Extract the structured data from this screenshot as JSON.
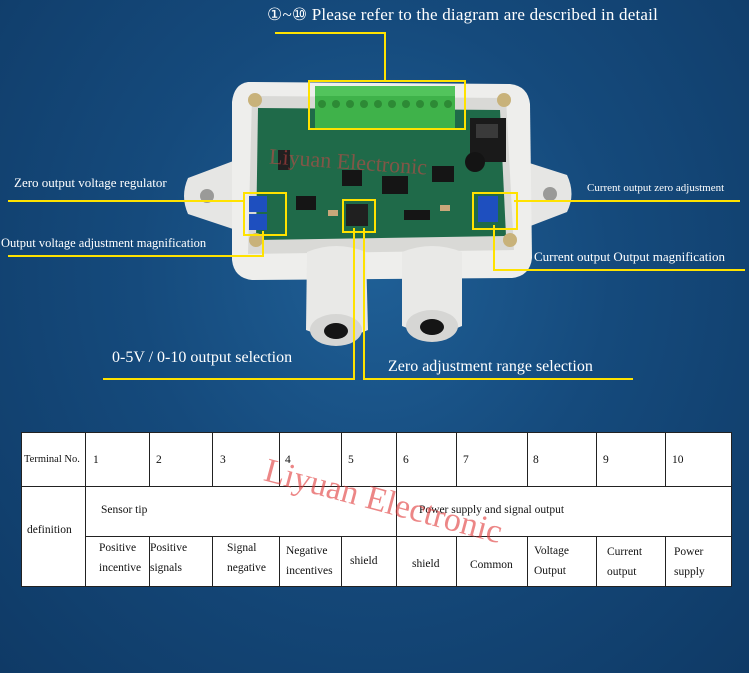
{
  "header": {
    "title": "①~⑩ Please refer to the diagram are described in detail"
  },
  "callouts": {
    "zero_output_voltage_regulator": "Zero output voltage regulator",
    "output_voltage_adjustment": "Output voltage adjustment magnification",
    "current_output_zero": "Current output zero adjustment",
    "current_output_magnification": "Current output Output magnification",
    "output_selection": "0-5V / 0-10 output selection",
    "zero_range_selection": "Zero adjustment range selection"
  },
  "watermark": "Liyuan Electronic",
  "table": {
    "row1_header": "Terminal No.",
    "terminals": [
      "1",
      "2",
      "3",
      "4",
      "5",
      "6",
      "7",
      "8",
      "9",
      "10"
    ],
    "row2_header": "definition",
    "group_sensor": "Sensor tip",
    "group_power": "Power supply and signal output",
    "definitions": [
      [
        "Positive",
        "incentive"
      ],
      [
        "Positive",
        "signals"
      ],
      [
        "Signal",
        "negative"
      ],
      [
        "Negative",
        "incentives"
      ],
      [
        "shield"
      ],
      [
        "shield"
      ],
      [
        "Common"
      ],
      [
        "Voltage",
        "Output"
      ],
      [
        "Current",
        "output"
      ],
      [
        "Power",
        "supply"
      ]
    ]
  },
  "colors": {
    "background": "#154a7c",
    "callout": "#ffe200",
    "pcb": "#1f6a49",
    "terminal_block": "#3fb24a",
    "enclosure": "#ececea"
  }
}
